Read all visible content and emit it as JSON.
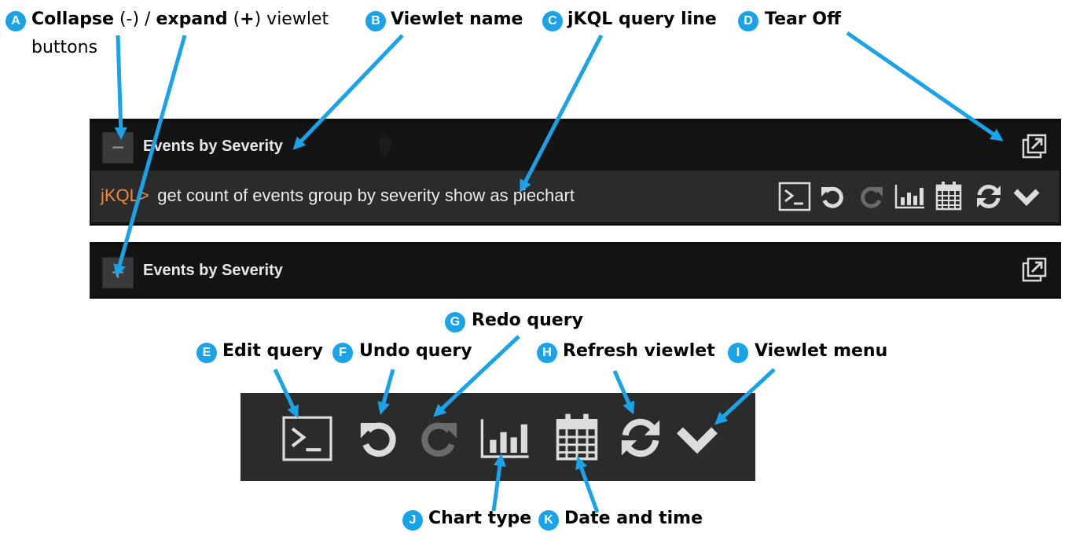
{
  "callouts": {
    "A": {
      "badge": "A",
      "bold1": "Collapse",
      "t1": " (-) / ",
      "bold2": "expand",
      "t2": " (",
      "bold3": "+",
      "t3": ") viewlet",
      "line2": "buttons"
    },
    "B": {
      "badge": "B",
      "label": "Viewlet name"
    },
    "C": {
      "badge": "C",
      "label": "jKQL query line"
    },
    "D": {
      "badge": "D",
      "label": "Tear Off"
    },
    "E": {
      "badge": "E",
      "label": "Edit query"
    },
    "F": {
      "badge": "F",
      "label": "Undo query"
    },
    "G": {
      "badge": "G",
      "label": "Redo query"
    },
    "H": {
      "badge": "H",
      "label": "Refresh viewlet"
    },
    "I": {
      "badge": "I",
      "label": "Viewlet menu"
    },
    "J": {
      "badge": "J",
      "label": "Chart type"
    },
    "K": {
      "badge": "K",
      "label": "Date and time"
    }
  },
  "viewlet_expanded": {
    "title": "Events by Severity",
    "collapse_glyph": "−",
    "query_prompt": "jKQL>",
    "query_text": "get count of events group by severity show as piechart"
  },
  "viewlet_collapsed": {
    "title": "Events by Severity",
    "expand_glyph": "+"
  },
  "toolbar_icons": [
    "terminal-icon",
    "undo-icon",
    "redo-icon",
    "chart-icon",
    "calendar-icon",
    "refresh-icon",
    "chevron-down-icon"
  ],
  "colors": {
    "accent": "#1aa3e8",
    "prompt": "#f08a3c",
    "dark_bg": "#141414",
    "query_bg": "#2b2b2b",
    "icon": "#dcdcdc",
    "icon_disabled": "#6a6a6a"
  }
}
